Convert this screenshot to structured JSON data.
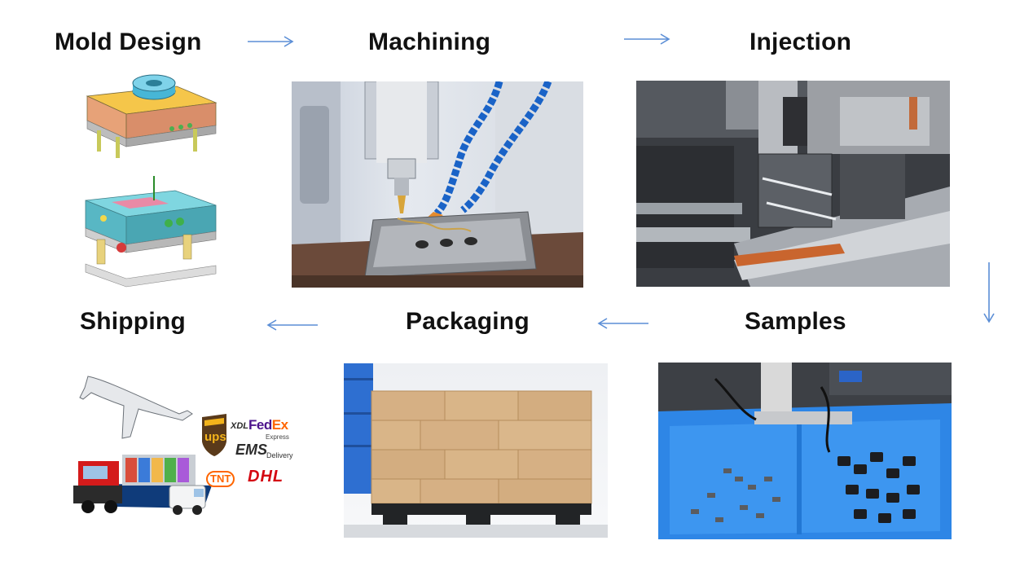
{
  "steps": {
    "mold_design": "Mold Design",
    "machining": "Machining",
    "injection": "Injection",
    "samples": "Samples",
    "packaging": "Packaging",
    "shipping": "Shipping"
  },
  "carriers": {
    "ups": "ups",
    "xdl": "XDL",
    "fedex_fed": "Fed",
    "fedex_ex": "Ex",
    "fedex_sub": "Express",
    "ems": "EMS",
    "ems_sub": "Delivery",
    "tnt": "TNT",
    "dhl": "DHL"
  },
  "colors": {
    "arrow": "#5b8ed6",
    "tray": "#2e86e6",
    "fedex_purple": "#4d148c",
    "fedex_orange": "#ff6600",
    "dhl_red": "#d40511",
    "ups_brown": "#5a3a1a",
    "ups_gold": "#f2b31b"
  }
}
